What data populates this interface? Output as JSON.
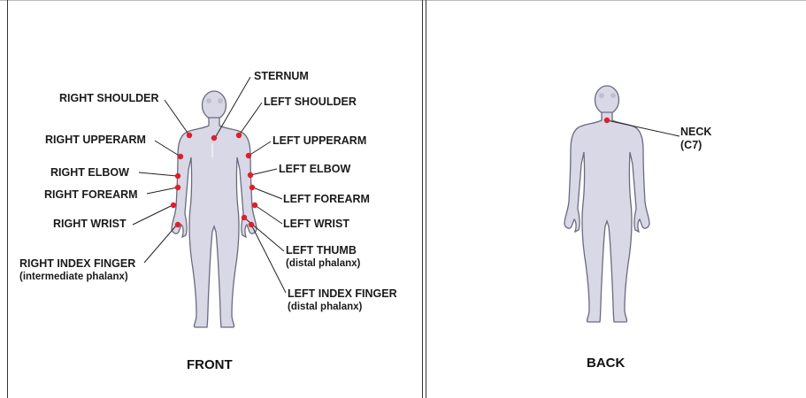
{
  "front": {
    "caption": "FRONT",
    "labels": {
      "sternum": "STERNUM",
      "right_shoulder": "RIGHT SHOULDER",
      "left_shoulder": "LEFT SHOULDER",
      "right_upperarm": "RIGHT UPPERARM",
      "left_upperarm": "LEFT UPPERARM",
      "right_elbow": "RIGHT ELBOW",
      "left_elbow": "LEFT ELBOW",
      "right_forearm": "RIGHT FOREARM",
      "left_forearm": "LEFT FOREARM",
      "right_wrist": "RIGHT WRIST",
      "left_wrist": "LEFT WRIST",
      "left_thumb": "LEFT THUMB",
      "left_thumb_sub": "(distal phalanx)",
      "right_index": "RIGHT INDEX FINGER",
      "right_index_sub": "(intermediate phalanx)",
      "left_index": "LEFT INDEX FINGER",
      "left_index_sub": "(distal phalanx)"
    }
  },
  "back": {
    "caption": "BACK",
    "labels": {
      "neck": "NECK",
      "neck_sub": "(C7)"
    }
  },
  "colors": {
    "body_fill": "#d8d8e6",
    "body_stroke": "#6b6b80",
    "marker": "#e01e2a",
    "leader": "#222222"
  }
}
